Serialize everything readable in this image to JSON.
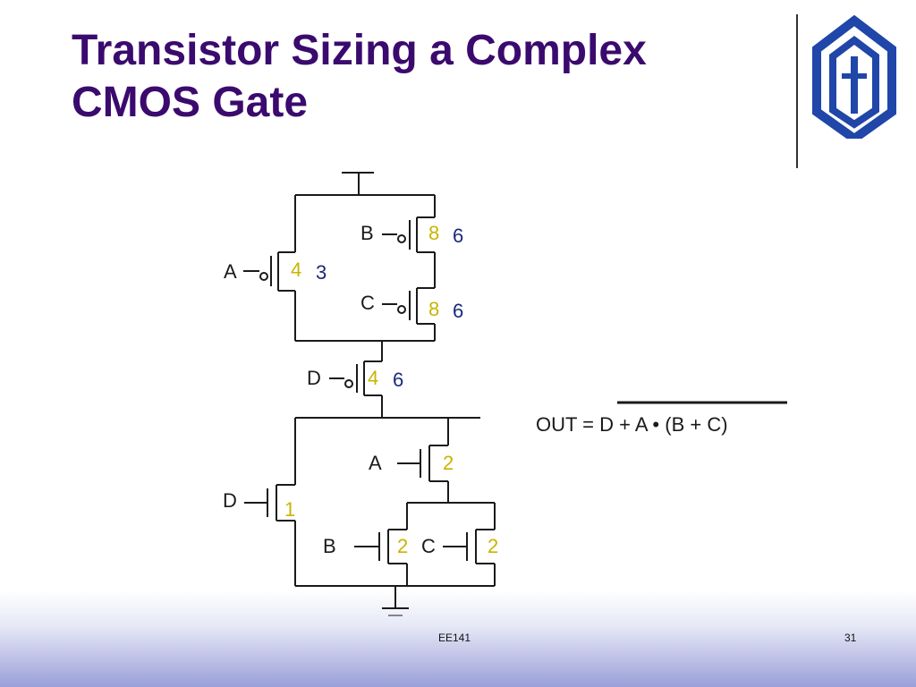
{
  "slide": {
    "title_line1": "Transistor Sizing a Complex",
    "title_line2": "CMOS Gate",
    "footer_course": "EE141",
    "footer_page": "31"
  },
  "colors": {
    "title": "#3b0a6e",
    "size_yellow": "#c9b400",
    "size_blue": "#1a2a7a",
    "logo": "#1f46a8"
  },
  "diagram": {
    "pmos": [
      {
        "input": "A",
        "size_yellow": "4",
        "size_blue": "3"
      },
      {
        "input": "B",
        "size_yellow": "8",
        "size_blue": "6"
      },
      {
        "input": "C",
        "size_yellow": "8",
        "size_blue": "6"
      },
      {
        "input": "D",
        "size_yellow": "4",
        "size_blue": "6"
      }
    ],
    "nmos": [
      {
        "input": "A",
        "size_yellow": "2"
      },
      {
        "input": "D",
        "size_yellow": "1"
      },
      {
        "input": "B",
        "size_yellow": "2"
      },
      {
        "input": "C",
        "size_yellow": "2"
      }
    ],
    "equation": "OUT = D + A • (B + C)"
  }
}
